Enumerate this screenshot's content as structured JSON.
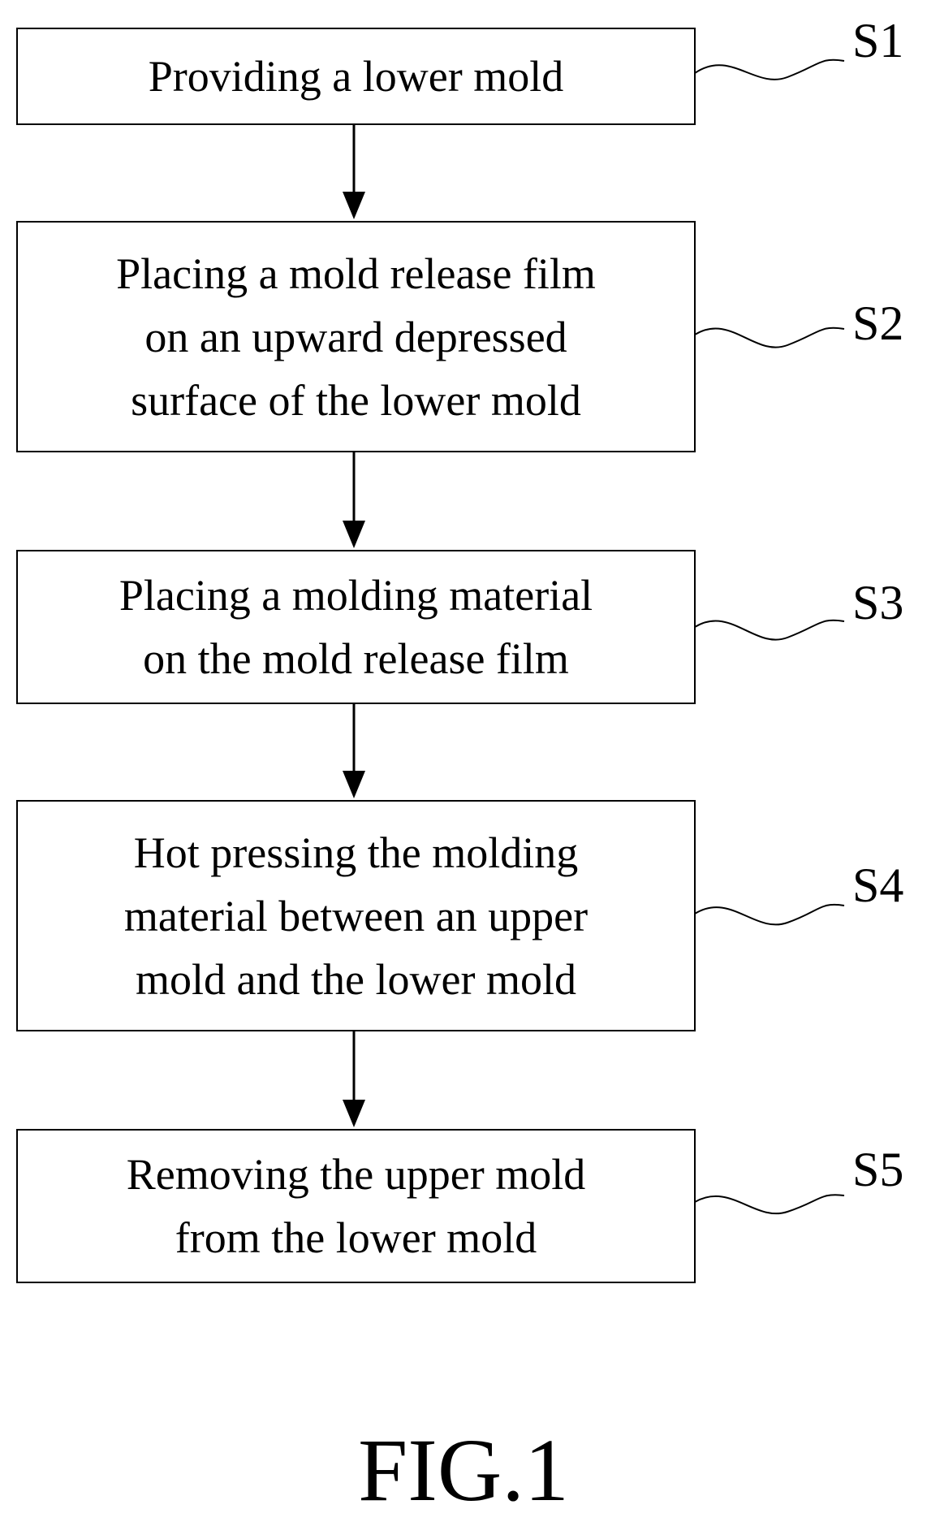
{
  "steps": [
    {
      "id": "S1",
      "lines": [
        "Providing a lower mold"
      ]
    },
    {
      "id": "S2",
      "lines": [
        "Placing a mold release film",
        "on an upward depressed",
        "surface of the lower mold"
      ]
    },
    {
      "id": "S3",
      "lines": [
        "Placing a molding material",
        "on the mold release film"
      ]
    },
    {
      "id": "S4",
      "lines": [
        "Hot pressing the molding",
        "material between an upper",
        "mold and the lower mold"
      ]
    },
    {
      "id": "S5",
      "lines": [
        "Removing the upper mold",
        "from the lower mold"
      ]
    }
  ],
  "figure": {
    "caption": "FIG.1"
  },
  "colors": {
    "stroke": "#000000",
    "background": "#ffffff"
  }
}
